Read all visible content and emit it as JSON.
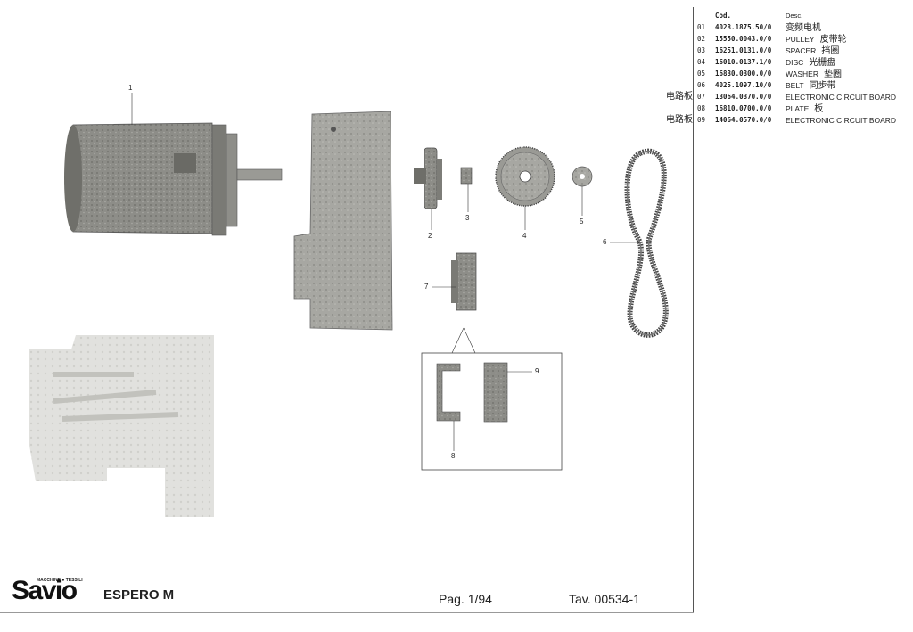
{
  "parts_table": {
    "header_code": "Cod.",
    "header_desc": "Desc.",
    "rows": [
      {
        "num": "01",
        "code": "4028.1875.50/0",
        "desc": "变频电机",
        "desc_zh": "",
        "note": ""
      },
      {
        "num": "02",
        "code": "15550.0043.0/0",
        "desc": "PULLEY",
        "desc_zh": "皮带轮",
        "note": ""
      },
      {
        "num": "03",
        "code": "16251.0131.0/0",
        "desc": "SPACER",
        "desc_zh": "挡圈",
        "note": ""
      },
      {
        "num": "04",
        "code": "16010.0137.1/0",
        "desc": "DISC",
        "desc_zh": "光栅盘",
        "note": ""
      },
      {
        "num": "05",
        "code": "16830.0300.0/0",
        "desc": "WASHER",
        "desc_zh": "垫圈",
        "note": ""
      },
      {
        "num": "06",
        "code": "4025.1097.10/0",
        "desc": "BELT",
        "desc_zh": "同步带",
        "note": ""
      },
      {
        "num": "07",
        "code": "13064.0370.0/0",
        "desc": "ELECTRONIC CIRCUIT BOARD",
        "desc_zh": "",
        "note": "电路板"
      },
      {
        "num": "08",
        "code": "16810.0700.0/0",
        "desc": "PLATE",
        "desc_zh": "板",
        "note": ""
      },
      {
        "num": "09",
        "code": "14064.0570.0/0",
        "desc": "ELECTRONIC CIRCUIT BOARD",
        "desc_zh": "",
        "note": "电路板"
      }
    ]
  },
  "callouts": {
    "c1": "1",
    "c2": "2",
    "c3": "3",
    "c4": "4",
    "c5": "5",
    "c6": "6",
    "c7": "7",
    "c8": "8",
    "c9": "9"
  },
  "footer": {
    "logo_tagline": "MACCHINE ● TESSILI",
    "logo_word": "Savio",
    "model": "ESPERO M",
    "page": "Pag. 1/94",
    "table_ref": "Tav. 00534-1"
  },
  "colors": {
    "ink": "#222222",
    "part_gray": "#8a8a86",
    "part_dark": "#5e5e5a",
    "ghost_gray": "#d6d6d2"
  }
}
